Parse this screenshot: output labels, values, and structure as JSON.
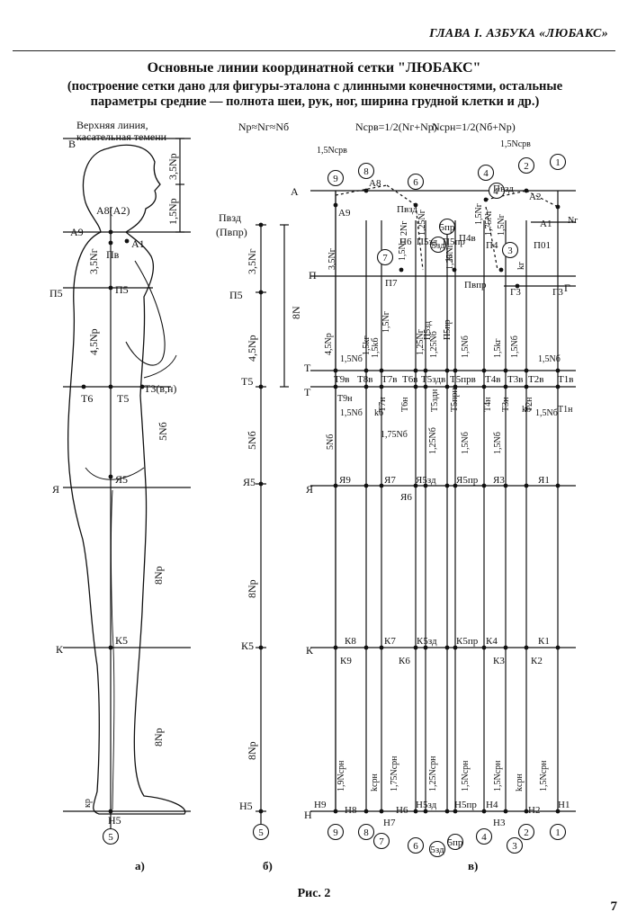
{
  "header": "ГЛАВА I. АЗБУКА «ЛЮБАКС»",
  "title": "Основные линии координатной сетки \"ЛЮБАКС\"",
  "subtitle": "(построение сетки дано для фигуры-эталона с длинными конечностями, остальные параметры средние — полнота шеи, рук, ног, ширина грудной клетки и др.)",
  "caption": "Рис. 2",
  "page_number": "7",
  "panels": {
    "a": "а)",
    "b": "б)",
    "c": "в)"
  },
  "formulas": {
    "b": "Nр≈Nг≈Nб",
    "c1": "Nсрв=1/2(Nг+Nр)",
    "c2": "Nсрн=1/2(Nб+Nр)"
  },
  "top_line_label": [
    "Верхняя линия,",
    "касательная темени"
  ],
  "panel_a": {
    "lines": {
      "B": "В",
      "P5": "П5",
      "Ya": "Я",
      "K": "К",
      "A9": "А9"
    },
    "points": {
      "A8A2": "А8(А2)",
      "Pv": "Пв",
      "A1": "А1",
      "P5": "П5",
      "T6": "Т6",
      "T5": "Т5",
      "T3": "Т3(в,н)",
      "Ya5": "Я5",
      "K5": "К5",
      "H5": "Н5",
      "kr": "кр"
    },
    "dims": [
      "3,5Nр",
      "1,5Nр",
      "3,5Nг",
      "4,5Nр",
      "5Nб",
      "8Nр",
      "8Nр"
    ],
    "circle": "5"
  },
  "panel_b": {
    "labels": [
      "Пвзд",
      "(Пвпр)",
      "П5",
      "Т5",
      "Я5",
      "К5",
      "Н5"
    ],
    "dims": [
      "3,5Nг",
      "4,5Nр",
      "8N",
      "5Nб",
      "8Nр",
      "8Nр"
    ],
    "circle": "5"
  },
  "panel_c": {
    "lines": {
      "A": "А",
      "P": "П",
      "T": "Т",
      "Ya": "Я",
      "K": "К",
      "H": "Н",
      "G": "Г"
    },
    "top_points": [
      "А8",
      "А9",
      "А2",
      "А1",
      "Пвзд",
      "Пвзд",
      "П6",
      "П7",
      "П5зд",
      "П5пр",
      "П4в",
      "П4",
      "Пвпр",
      "Г3",
      "Г3",
      "П01"
    ],
    "top_dims": [
      "1,5Nсрв",
      "1,5Nсрв",
      "3,5Nг",
      "2Nг",
      "1,25Nг",
      "1,5Nг",
      "1,5Nг",
      "1,25Nг",
      "1,75Nг",
      "1,5Nг",
      "kг",
      "kг",
      "Nг"
    ],
    "mid_dims": [
      "4,5Nр",
      "1,5kг",
      "1,5Nг",
      "П5зд",
      "П5пр",
      "1,25Nг",
      "1,5kг",
      "1,5Nб",
      "1,5kб",
      "1,25Nб",
      "1,5Nб",
      "1,5Nб",
      "1,5Nб"
    ],
    "t_top": [
      "Т9в",
      "Т8в",
      "Т7в",
      "Т6в",
      "Т5здв",
      "Т5прв",
      "Т4в",
      "Т3в",
      "Т2в",
      "Т1в"
    ],
    "t_bottom": [
      "Т9н",
      "Т7н",
      "Т6н",
      "Т5здн",
      "Т5прн",
      "Т4н",
      "Т3н",
      "Т2н",
      "Т1н"
    ],
    "t_dims": [
      "1,5Nб",
      "kб",
      "1,75Nб",
      "1,25Nб",
      "1,5Nб",
      "1,5Nб",
      "kб",
      "1,5Nб",
      "5Nб"
    ],
    "ya": [
      "Я9",
      "Я7",
      "Я6",
      "Я5зд",
      "Я5пр",
      "Я3",
      "Я1"
    ],
    "k_top": [
      "К8",
      "К7",
      "К5зд",
      "К5пр",
      "К4",
      "К1"
    ],
    "k_bottom": [
      "К9",
      "К6",
      "К3",
      "К2"
    ],
    "h_top": [
      "Н9",
      "Н8",
      "Н6",
      "Н5зд",
      "Н5пр",
      "Н4",
      "Н2",
      "Н1"
    ],
    "h_bottom": [
      "Н7",
      "Н3"
    ],
    "bottom_dims": [
      "1,9Nсрн",
      "kсрн",
      "1,75Nсрн",
      "1,25Nсрн",
      "1,5Nсрн",
      "1,5Nсрн",
      "kсрн",
      "1,5Nсрн"
    ],
    "circles_top": [
      "9",
      "8",
      "6",
      "7",
      "5пр",
      "5зд",
      "4",
      "4'",
      "3",
      "2",
      "1"
    ],
    "circles_bottom": [
      "9",
      "8",
      "7",
      "6",
      "5зд",
      "5пр",
      "4",
      "3",
      "2",
      "1"
    ]
  }
}
